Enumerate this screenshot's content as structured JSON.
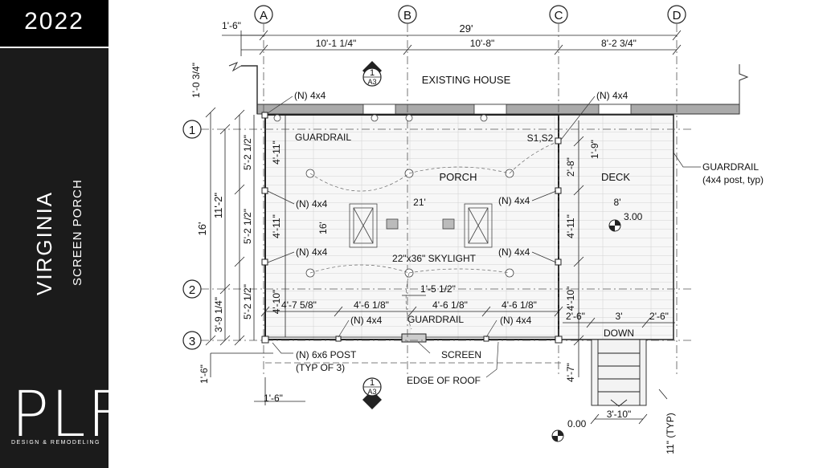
{
  "sidebar": {
    "year": "2022",
    "title": "VIRGINIA",
    "subtitle": "SCREEN PORCH",
    "logo": "PLF",
    "logo_tagline": "DESIGN & REMODELING"
  },
  "grid": {
    "cols": [
      "A",
      "B",
      "C",
      "D"
    ],
    "rows": [
      "1",
      "2",
      "3"
    ]
  },
  "dims": {
    "overall_width": "29'",
    "ab": "10'-1 1/4\"",
    "bc": "10'-8\"",
    "cd": "8'-2 3/4\"",
    "top_offset": "1'-6\"",
    "wall_offset": "1'-0 3/4\"",
    "left_total": "16'",
    "left_mid": "11'-2\"",
    "left_bottom": "3'-9 1/4\"",
    "bay1": "5'-2 1/2\"",
    "bay2": "5'-2 1/2\"",
    "bay3": "5'-2 1/2\"",
    "bl_vert": "1'-6\"",
    "bl_horiz": "1'-6\"",
    "sp1": "4'-11\"",
    "sp2": "4'-11\"",
    "sp3": "4'-10\"",
    "porch_depth": "16'",
    "porch_width": "21'",
    "deck_width": "8'",
    "b1": "4'-7 5/8\"",
    "b2": "4'-6 1/8\"",
    "b3": "4'-6 1/8\"",
    "b4": "4'-6 1/8\"",
    "door_w": "1'-5 1/2\"",
    "d1": "1'-9\"",
    "d2": "2'-8\"",
    "d3": "4'-11\"",
    "d4": "4'-10\"",
    "d5": "4'-7\"",
    "stair_l": "2'-6\"",
    "stair_w": "3'",
    "stair_r": "2'-6\"",
    "stair_depth": "3'-10\"",
    "typ": "11\" (TYP)"
  },
  "labels": {
    "existing_house": "EXISTING HOUSE",
    "porch": "PORCH",
    "deck": "DECK",
    "guardrail_top": "GUARDRAIL",
    "guardrail_bottom": "GUARDRAIL",
    "guardrail_right": "GUARDRAIL",
    "guardrail_right_note": "(4x4 post, typ)",
    "skylight": "22\"x36\" SKYLIGHT",
    "post_6x6": "(N) 6x6 POST",
    "post_6x6_note": "(TYP OF 3)",
    "screen": "SCREEN",
    "edge_of_roof": "EDGE OF ROOF",
    "down": "DOWN",
    "s1s2": "S1,S2",
    "elev_deck": "3.00",
    "elev_ground": "0.00",
    "section_num": "1",
    "section_sheet": "A3",
    "post_4x4": "(N) 4x4"
  }
}
